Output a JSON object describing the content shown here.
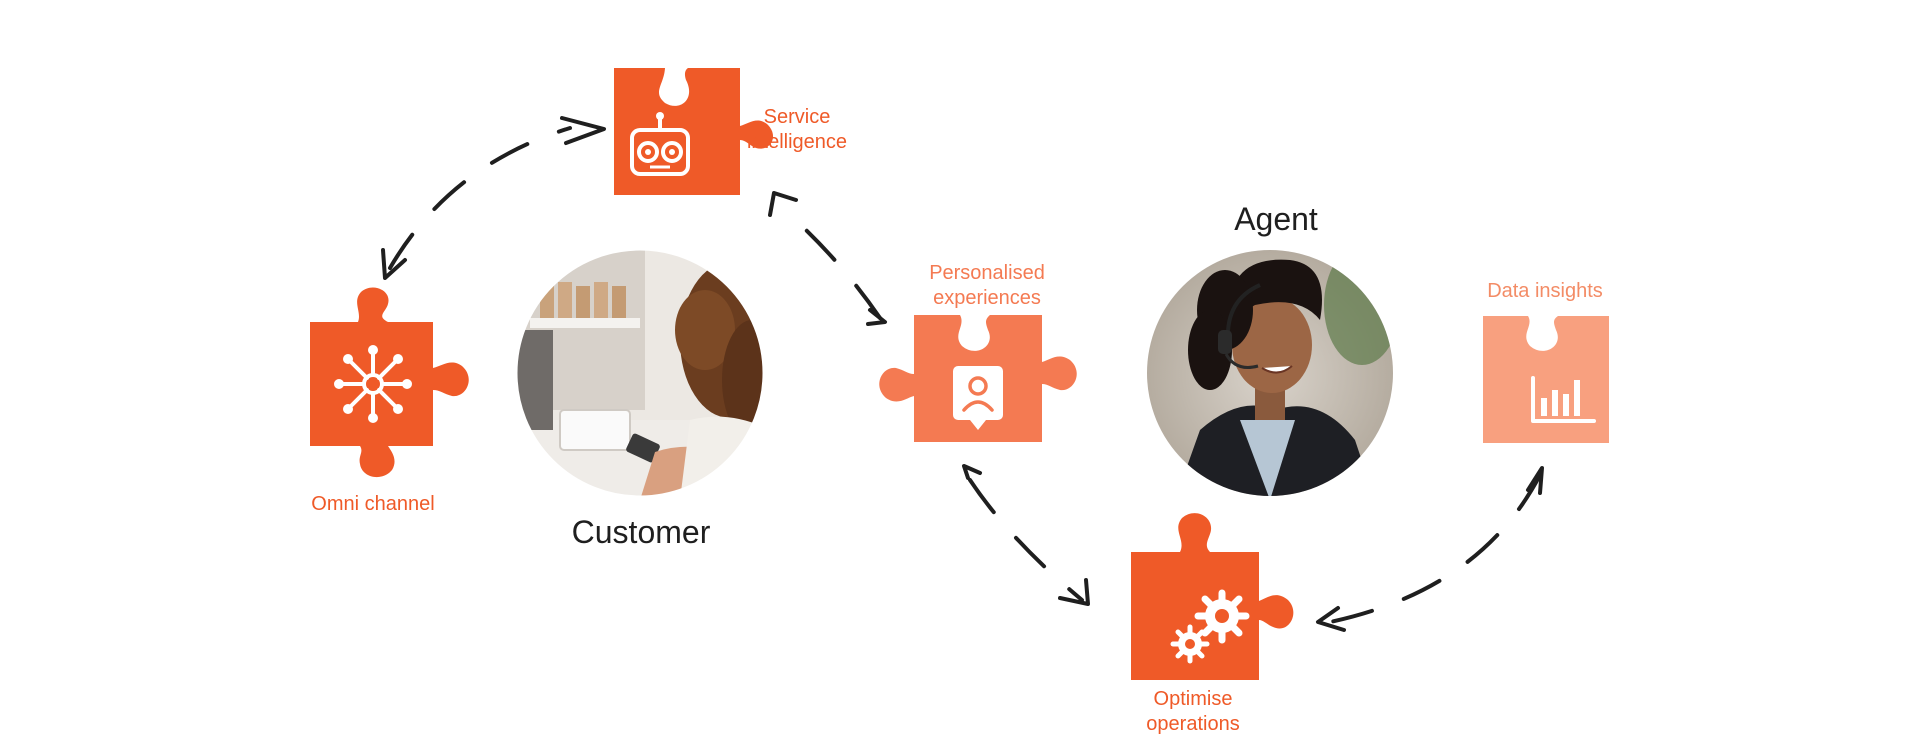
{
  "colors": {
    "primary": "#ef5a28",
    "secondary": "#f47a52",
    "light": "#f8a07f",
    "text_dark": "#1f1f1f"
  },
  "people": {
    "customer": {
      "label": "Customer"
    },
    "agent": {
      "label": "Agent"
    }
  },
  "pieces": {
    "service_intelligence": {
      "label_line1": "Service",
      "label_line2": "intelligence",
      "icon": "robot-icon"
    },
    "omni_channel": {
      "label": "Omni channel",
      "icon": "network-hub-icon"
    },
    "personalised_experiences": {
      "label_line1": "Personalised",
      "label_line2": "experiences",
      "icon": "user-profile-icon"
    },
    "data_insights": {
      "label": "Data insights",
      "icon": "bar-chart-icon"
    },
    "optimise_operations": {
      "label_line1": "Optimise",
      "label_line2": "operations",
      "icon": "gears-icon"
    }
  }
}
